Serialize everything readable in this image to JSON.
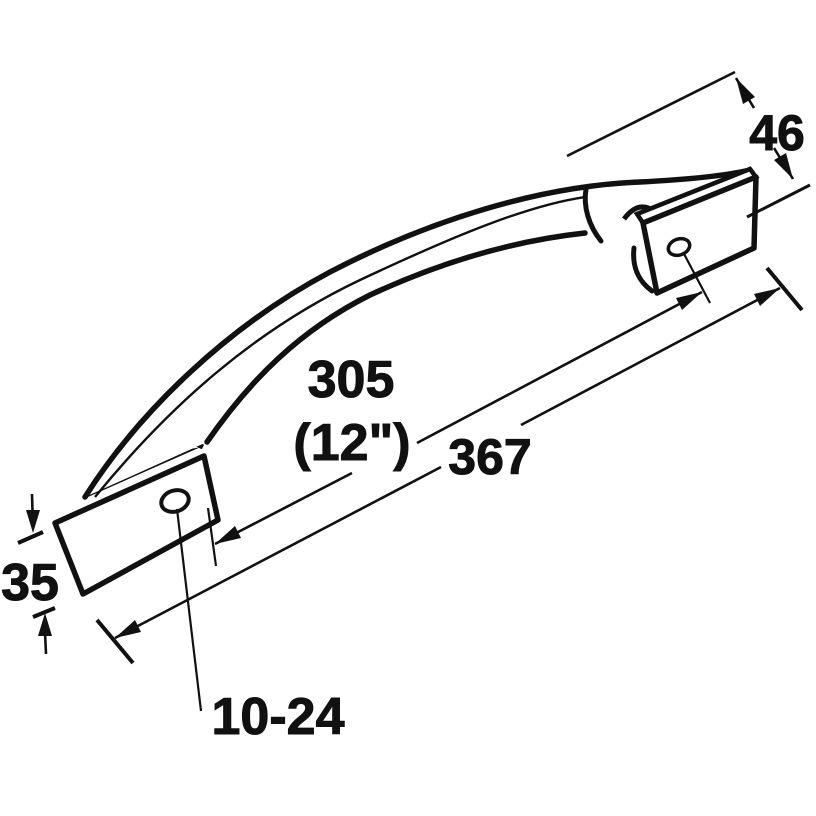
{
  "drawing": {
    "description": "Technical line drawing of an arched cabinet pull handle with two mounting plates and screw holes",
    "ink_color": "#111111",
    "background_color": "#ffffff",
    "dimensions": {
      "plate_width": "46",
      "hole_spacing_mm": "305",
      "hole_spacing_in": "(12\")",
      "overall_length": "367",
      "plate_height": "35",
      "screw_thread": "10-24"
    }
  }
}
